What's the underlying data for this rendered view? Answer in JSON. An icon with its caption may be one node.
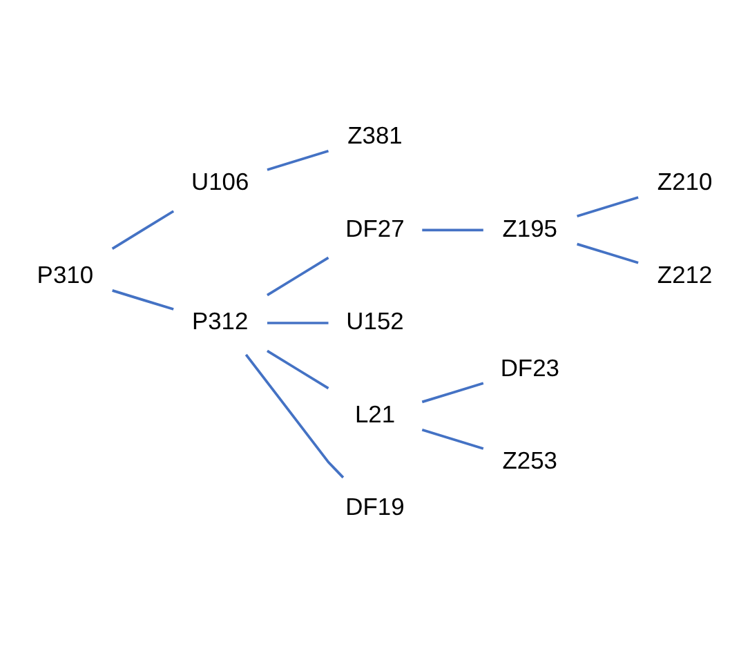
{
  "diagram": {
    "nodes": [
      {
        "text": [
          "P310"
        ]
      },
      {
        "text": [
          "U106"
        ]
      },
      {
        "text": [
          "Z381"
        ]
      },
      {
        "text": [
          "P312"
        ]
      },
      {
        "text": [
          "DF27"
        ]
      },
      {
        "text": [
          "Z195"
        ]
      },
      {
        "text": [
          "Z210"
        ]
      },
      {
        "text": [
          "Z212"
        ]
      },
      {
        "text": [
          "U152"
        ]
      },
      {
        "text": [
          "L21"
        ]
      },
      {
        "text": [
          "DF23"
        ]
      },
      {
        "text": [
          "Z253"
        ]
      },
      {
        "text": [
          "DF19"
        ]
      }
    ],
    "edges": [
      {
        "from": 0,
        "to": 1,
        "arrow": "none"
      },
      {
        "from": 0,
        "to": 3,
        "arrow": "none"
      },
      {
        "from": 1,
        "to": 2,
        "arrow": "none"
      },
      {
        "from": 3,
        "to": 4,
        "arrow": "none"
      },
      {
        "from": 3,
        "to": 8,
        "arrow": "none"
      },
      {
        "from": 3,
        "to": 9,
        "arrow": "none"
      },
      {
        "from": 3,
        "to": 12,
        "arrow": "none"
      },
      {
        "from": 4,
        "to": 5,
        "arrow": "none"
      },
      {
        "from": 5,
        "to": 6,
        "arrow": "none"
      },
      {
        "from": 5,
        "to": 7,
        "arrow": "none"
      },
      {
        "from": 9,
        "to": 10,
        "arrow": "none"
      },
      {
        "from": 9,
        "to": 11,
        "arrow": "none"
      }
    ]
  }
}
